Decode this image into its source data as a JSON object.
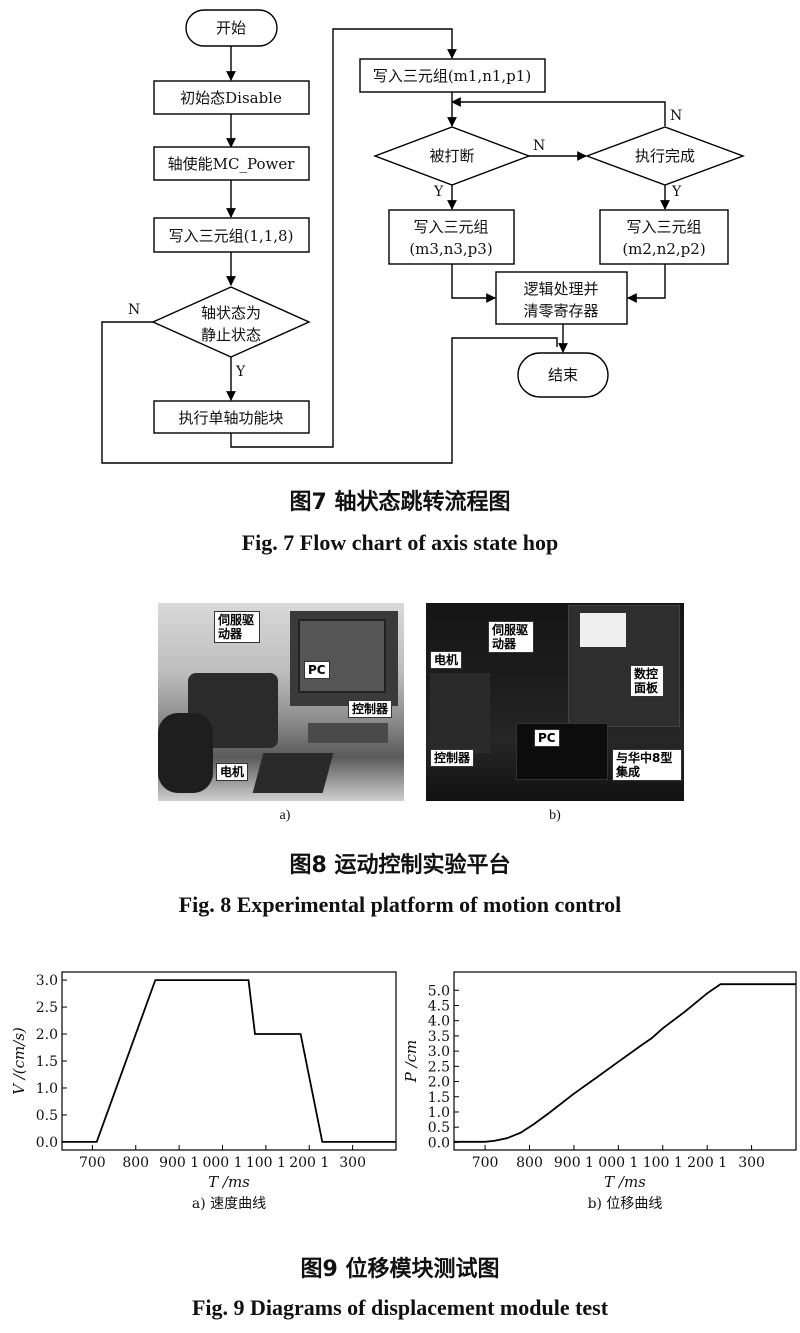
{
  "fig7": {
    "nodes": {
      "start": "开始",
      "init": "初始态Disable",
      "enable": "轴使能MC_Power",
      "write118": "写入三元组(1,1,8)",
      "is_static": [
        "轴状态为",
        "静止状态"
      ],
      "exec_single": "执行单轴功能块",
      "write_m1": "写入三元组(m1,n1,p1)",
      "interrupted": "被打断",
      "done": "执行完成",
      "write_m3": [
        "写入三元组",
        "(m3,n3,p3)"
      ],
      "write_m2": [
        "写入三元组",
        "(m2,n2,p2)"
      ],
      "logic": [
        "逻辑处理并",
        "清零寄存器"
      ],
      "end": "结束"
    },
    "labels": {
      "yes": "Y",
      "no": "N"
    },
    "caption_cn": "图7  轴状态跳转流程图",
    "caption_en": "Fig. 7  Flow chart of axis state hop"
  },
  "fig8": {
    "panel_a_labels": [
      "伺服驱动器",
      "PC",
      "控制器",
      "电机"
    ],
    "panel_b_labels": [
      "电机",
      "伺服驱动器",
      "数控面板",
      "PC",
      "控制器",
      "与华中8型集成"
    ],
    "sub_a": "a)",
    "sub_b": "b)",
    "caption_cn": "图8  运动控制实验平台",
    "caption_en": "Fig. 8  Experimental platform of motion control"
  },
  "fig9": {
    "caption_cn": "图9  位移模块测试图",
    "caption_en": "Fig. 9  Diagrams of displacement module test"
  },
  "chart_data": [
    {
      "type": "line",
      "subtitle": "a)  速度曲线",
      "xlabel": "T  /ms",
      "ylabel": "V /(cm/s)",
      "xlim": [
        630,
        1400
      ],
      "ylim": [
        -0.15,
        3.15
      ],
      "xticks": [
        700,
        800,
        900,
        1000,
        1100,
        1200,
        1300
      ],
      "xtick_labels": [
        "700",
        "800",
        "900 1",
        "000 1",
        "100 1",
        "200 1",
        "300"
      ],
      "yticks": [
        0.0,
        0.5,
        1.0,
        1.5,
        2.0,
        2.5,
        3.0
      ],
      "ytick_labels": [
        "0.0",
        "0.5",
        "1.0",
        "1.5",
        "2.0",
        "2.5",
        "3.0"
      ],
      "series": [
        {
          "x": [
            630,
            710,
            845,
            1060,
            1075,
            1180,
            1230,
            1400
          ],
          "y": [
            0.0,
            0.0,
            3.0,
            3.0,
            2.0,
            2.0,
            0.0,
            0.0
          ]
        }
      ]
    },
    {
      "type": "line",
      "subtitle": "b)  位移曲线",
      "xlabel": "T  /ms",
      "ylabel": "P  /cm",
      "xlim": [
        630,
        1400
      ],
      "ylim": [
        -0.25,
        5.6
      ],
      "xticks": [
        700,
        800,
        900,
        1000,
        1100,
        1200,
        1300
      ],
      "xtick_labels": [
        "700",
        "800",
        "900 1",
        "000 1",
        "100 1",
        "200 1",
        "300"
      ],
      "yticks": [
        0.0,
        0.5,
        1.0,
        1.5,
        2.0,
        2.5,
        3.0,
        3.5,
        4.0,
        4.5,
        5.0
      ],
      "ytick_labels": [
        "0.0",
        "0.5",
        "1.0",
        "1.5",
        "2.0",
        "2.5",
        "3.0",
        "3.5",
        "4.0",
        "4.5",
        "5.0"
      ],
      "series": [
        {
          "x": [
            630,
            700,
            720,
            750,
            780,
            810,
            845,
            900,
            950,
            1000,
            1050,
            1075,
            1100,
            1150,
            1200,
            1230,
            1300,
            1400
          ],
          "y": [
            0.02,
            0.02,
            0.05,
            0.14,
            0.32,
            0.6,
            0.98,
            1.6,
            2.12,
            2.65,
            3.17,
            3.42,
            3.75,
            4.3,
            4.9,
            5.2,
            5.2,
            5.2
          ]
        }
      ]
    }
  ]
}
